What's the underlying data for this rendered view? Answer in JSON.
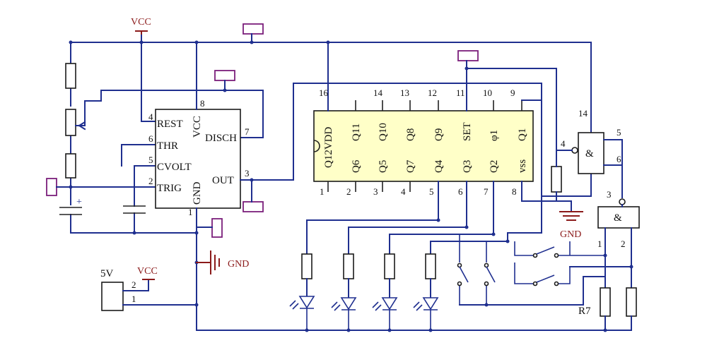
{
  "power": {
    "vcc": "VCC",
    "gnd": "GND",
    "supply_5v": "5V"
  },
  "timer": {
    "pins": {
      "rest": "REST",
      "thr": "THR",
      "cvolt": "CVOLT",
      "trig": "TRIG",
      "vcc": "VCC",
      "gnd": "GND",
      "disch": "DISCH",
      "out": "OUT"
    },
    "pin_numbers": {
      "p4": "4",
      "p6": "6",
      "p5": "5",
      "p2": "2",
      "p8": "8",
      "p1": "1",
      "p7": "7",
      "p3": "3"
    }
  },
  "counter": {
    "top_pins": [
      "Q12VDD",
      "Q11",
      "Q10",
      "Q8",
      "Q9",
      "SET",
      "φ1",
      "Q1"
    ],
    "bottom_pins": [
      "Q6",
      "Q5",
      "Q7",
      "Q4",
      "Q3",
      "Q2",
      "vss"
    ],
    "top_numbers": [
      "16",
      "14",
      "13",
      "12",
      "11",
      "10",
      "9"
    ],
    "bottom_numbers": [
      "1",
      "2",
      "3",
      "4",
      "5",
      "6",
      "7",
      "8"
    ],
    "fill_color": "#ffffc8"
  },
  "gate1": {
    "symbol": "&",
    "pins": {
      "p14": "14",
      "p4": "4",
      "p5": "5",
      "p6": "6"
    }
  },
  "gate2": {
    "symbol": "&",
    "pins": {
      "p3": "3",
      "p1": "1",
      "p2": "2"
    }
  },
  "connector": {
    "pin2": "2",
    "pin1": "1"
  },
  "resistor_label": "R7",
  "cap_polarity": "+",
  "colors": {
    "wire": "#1f2f8f",
    "power_label": "#8b1a1a",
    "probe": "#7b1f7b"
  }
}
